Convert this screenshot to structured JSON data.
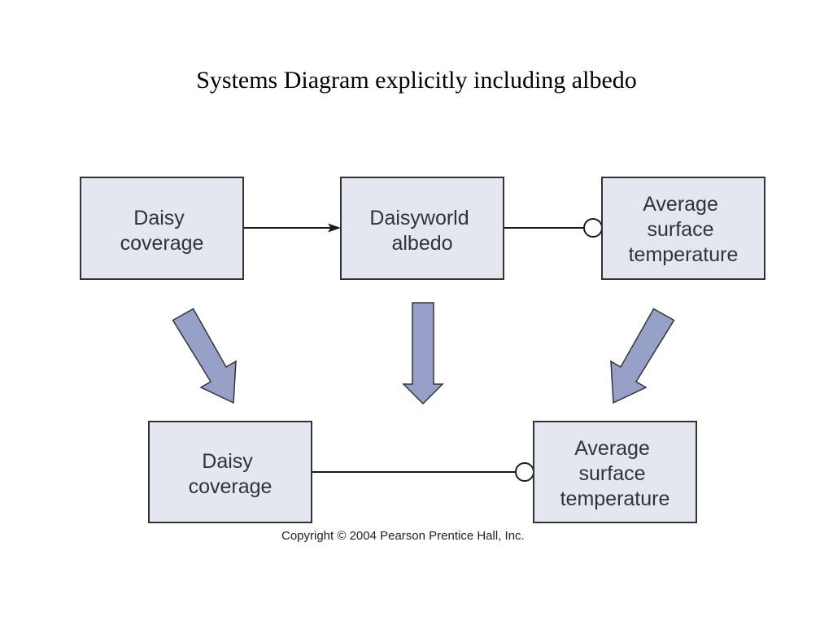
{
  "title": "Systems Diagram explicitly including albedo",
  "colors": {
    "box_fill": "#e4e7f0",
    "box_stroke": "#333333",
    "arrow_fill": "#97a1c8",
    "line": "#1a1a1a"
  },
  "nodes": {
    "top_daisy": {
      "lines": [
        "Daisy",
        "coverage"
      ]
    },
    "top_albedo": {
      "lines": [
        "Daisyworld",
        "albedo"
      ]
    },
    "top_temp": {
      "lines": [
        "Average",
        "surface",
        "temperature"
      ]
    },
    "bottom_daisy": {
      "lines": [
        "Daisy",
        "coverage"
      ]
    },
    "bottom_temp": {
      "lines": [
        "Average",
        "surface",
        "temperature"
      ]
    }
  },
  "links": [
    {
      "from": "top_daisy",
      "to": "top_albedo",
      "type": "positive-arrow"
    },
    {
      "from": "top_albedo",
      "to": "top_temp",
      "type": "negative-circle"
    },
    {
      "from": "bottom_daisy",
      "to": "bottom_temp",
      "type": "negative-circle"
    }
  ],
  "copyright": "Copyright © 2004 Pearson Prentice Hall, Inc."
}
